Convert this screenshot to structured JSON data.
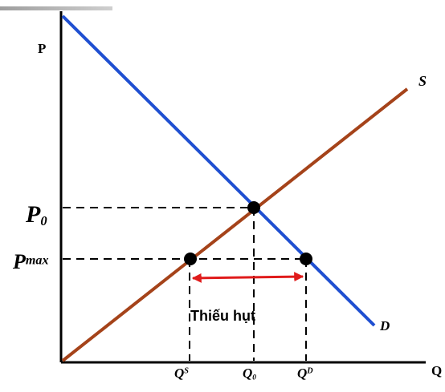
{
  "labels": {
    "y_axis": "P",
    "x_axis": "Q",
    "supply": "S",
    "demand": "D",
    "p0_main": "P",
    "p0_sub": "0",
    "pmax_main": "P",
    "pmax_sup": "max",
    "qs_main": "Q",
    "qs_sup": "S",
    "q0_main": "Q",
    "q0_sub": "0",
    "qd_main": "Q",
    "qd_sup": "D",
    "shortage": "Thiếu hụt"
  },
  "colors": {
    "axes": "#000000",
    "demand_line": "#1f4fd1",
    "supply_line": "#a5431a",
    "guide_lines": "#000000",
    "points": "#000000",
    "arrow": "#e01b1b",
    "top_rule": "#a8a8a8"
  }
}
